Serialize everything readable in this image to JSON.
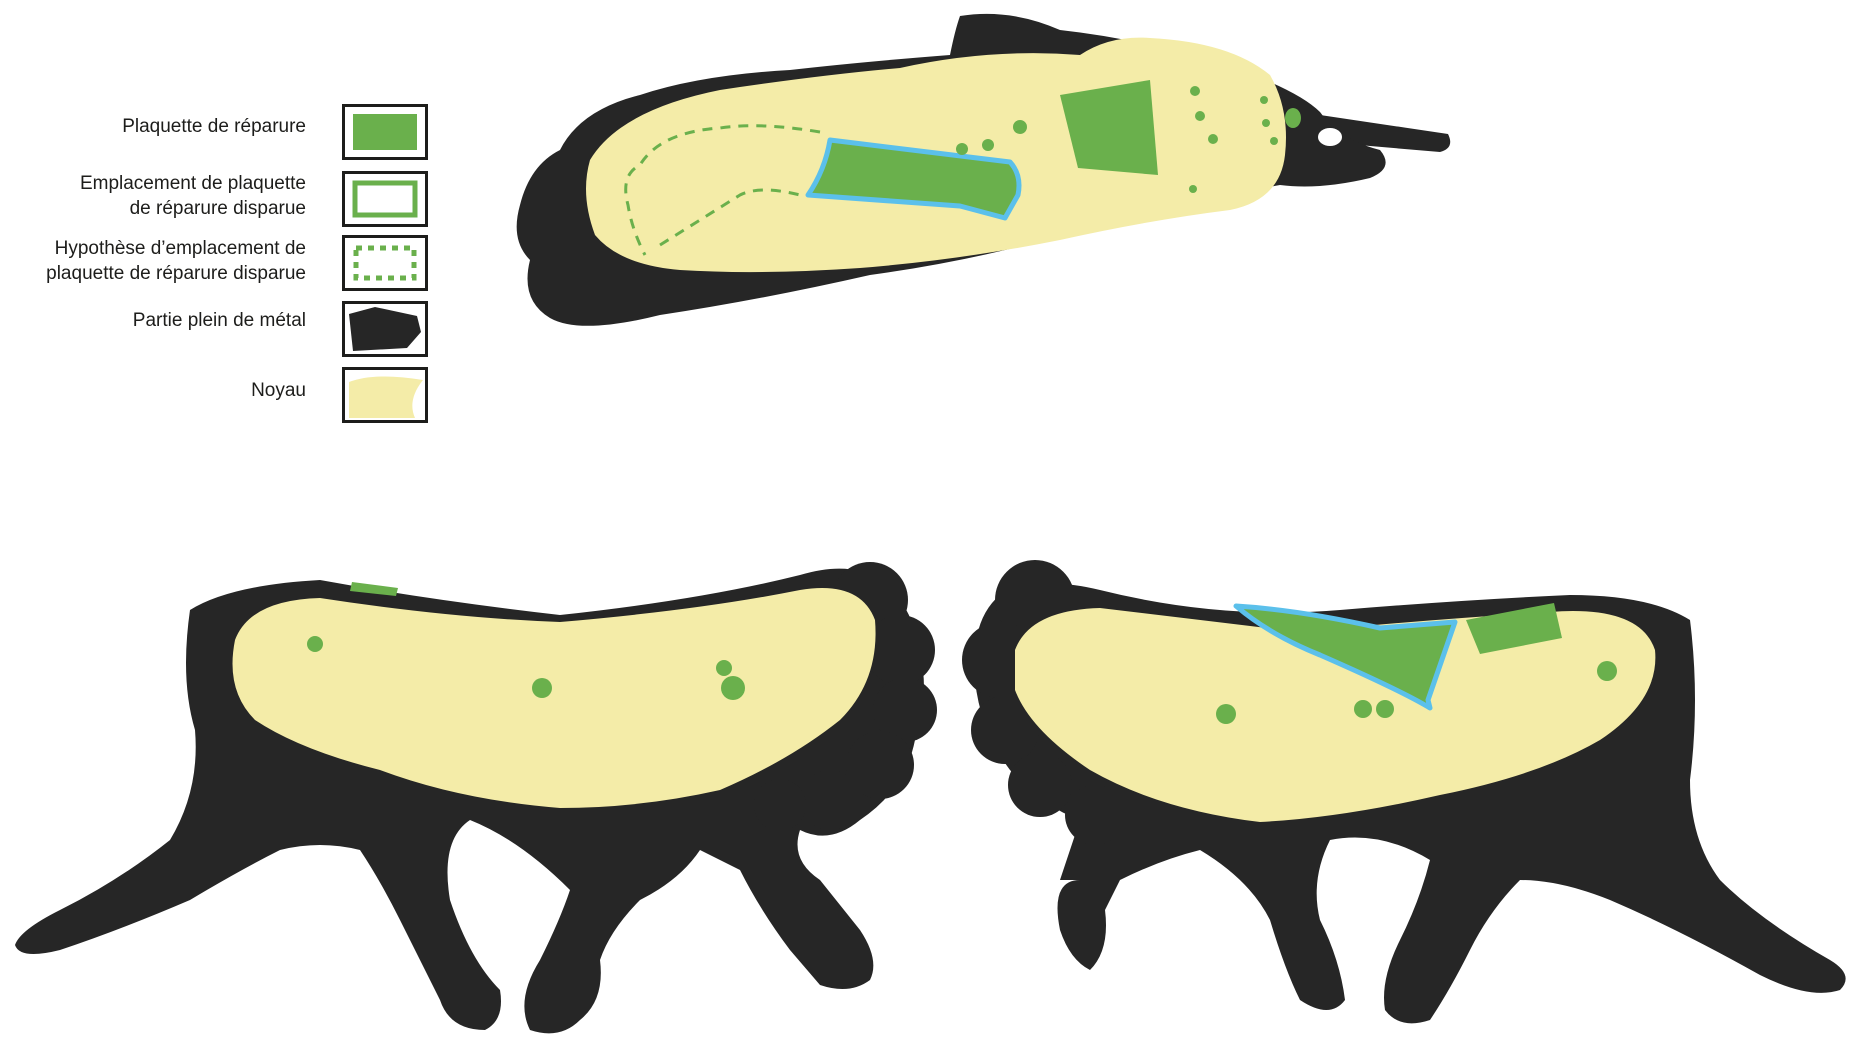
{
  "legend": {
    "items": [
      {
        "key": "repair-plate",
        "label": "Plaquette de réparure"
      },
      {
        "key": "missing-plate",
        "label": "Emplacement de plaquette\nde réparure disparue"
      },
      {
        "key": "hypothetical-plate",
        "label": "Hypothèse d’emplacement de\nplaquette de réparure disparue"
      },
      {
        "key": "solid-metal",
        "label": "Partie plein de métal"
      },
      {
        "key": "core",
        "label": "Noyau"
      }
    ]
  },
  "colors": {
    "metal": "#262626",
    "core": "#f4eca8",
    "repair_green": "#6ab04c",
    "highlight_blue": "#5bc0eb",
    "border": "#1d1d1b"
  },
  "views": [
    "top-view",
    "left-side-view",
    "right-side-view"
  ]
}
